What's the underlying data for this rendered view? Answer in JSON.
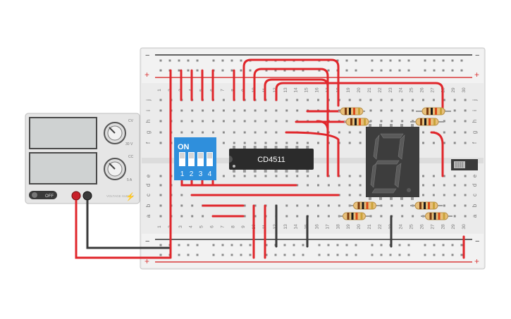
{
  "board": {
    "columns": [
      "1",
      "2",
      "3",
      "4",
      "5",
      "6",
      "7",
      "8",
      "9",
      "10",
      "11",
      "12",
      "13",
      "14",
      "15",
      "16",
      "17",
      "18",
      "19",
      "20",
      "21",
      "22",
      "23",
      "24",
      "25",
      "26",
      "27",
      "28",
      "29",
      "30"
    ],
    "rows_top": [
      "j",
      "i",
      "h",
      "g",
      "f"
    ],
    "rows_bottom": [
      "e",
      "d",
      "c",
      "b",
      "a"
    ],
    "rail_minus": "−",
    "rail_plus": "+"
  },
  "power_supply": {
    "off_label": "OFF",
    "cv_label": "CV",
    "cc_label": "CC",
    "volt_max": "30 V",
    "amp_max": "5 A",
    "brand": "VOLTAGE SUPPLY"
  },
  "dip_switch": {
    "on_label": "ON",
    "numbers": [
      "1",
      "2",
      "3",
      "4"
    ]
  },
  "ic": {
    "label": "CD4511"
  },
  "display": {
    "digit": "8"
  },
  "colors": {
    "red_wire": "#e0262b",
    "black_wire": "#3a3a3a",
    "board": "#ececec",
    "switch_blue": "#2f8fdc",
    "ic_body": "#2b2b2b"
  }
}
